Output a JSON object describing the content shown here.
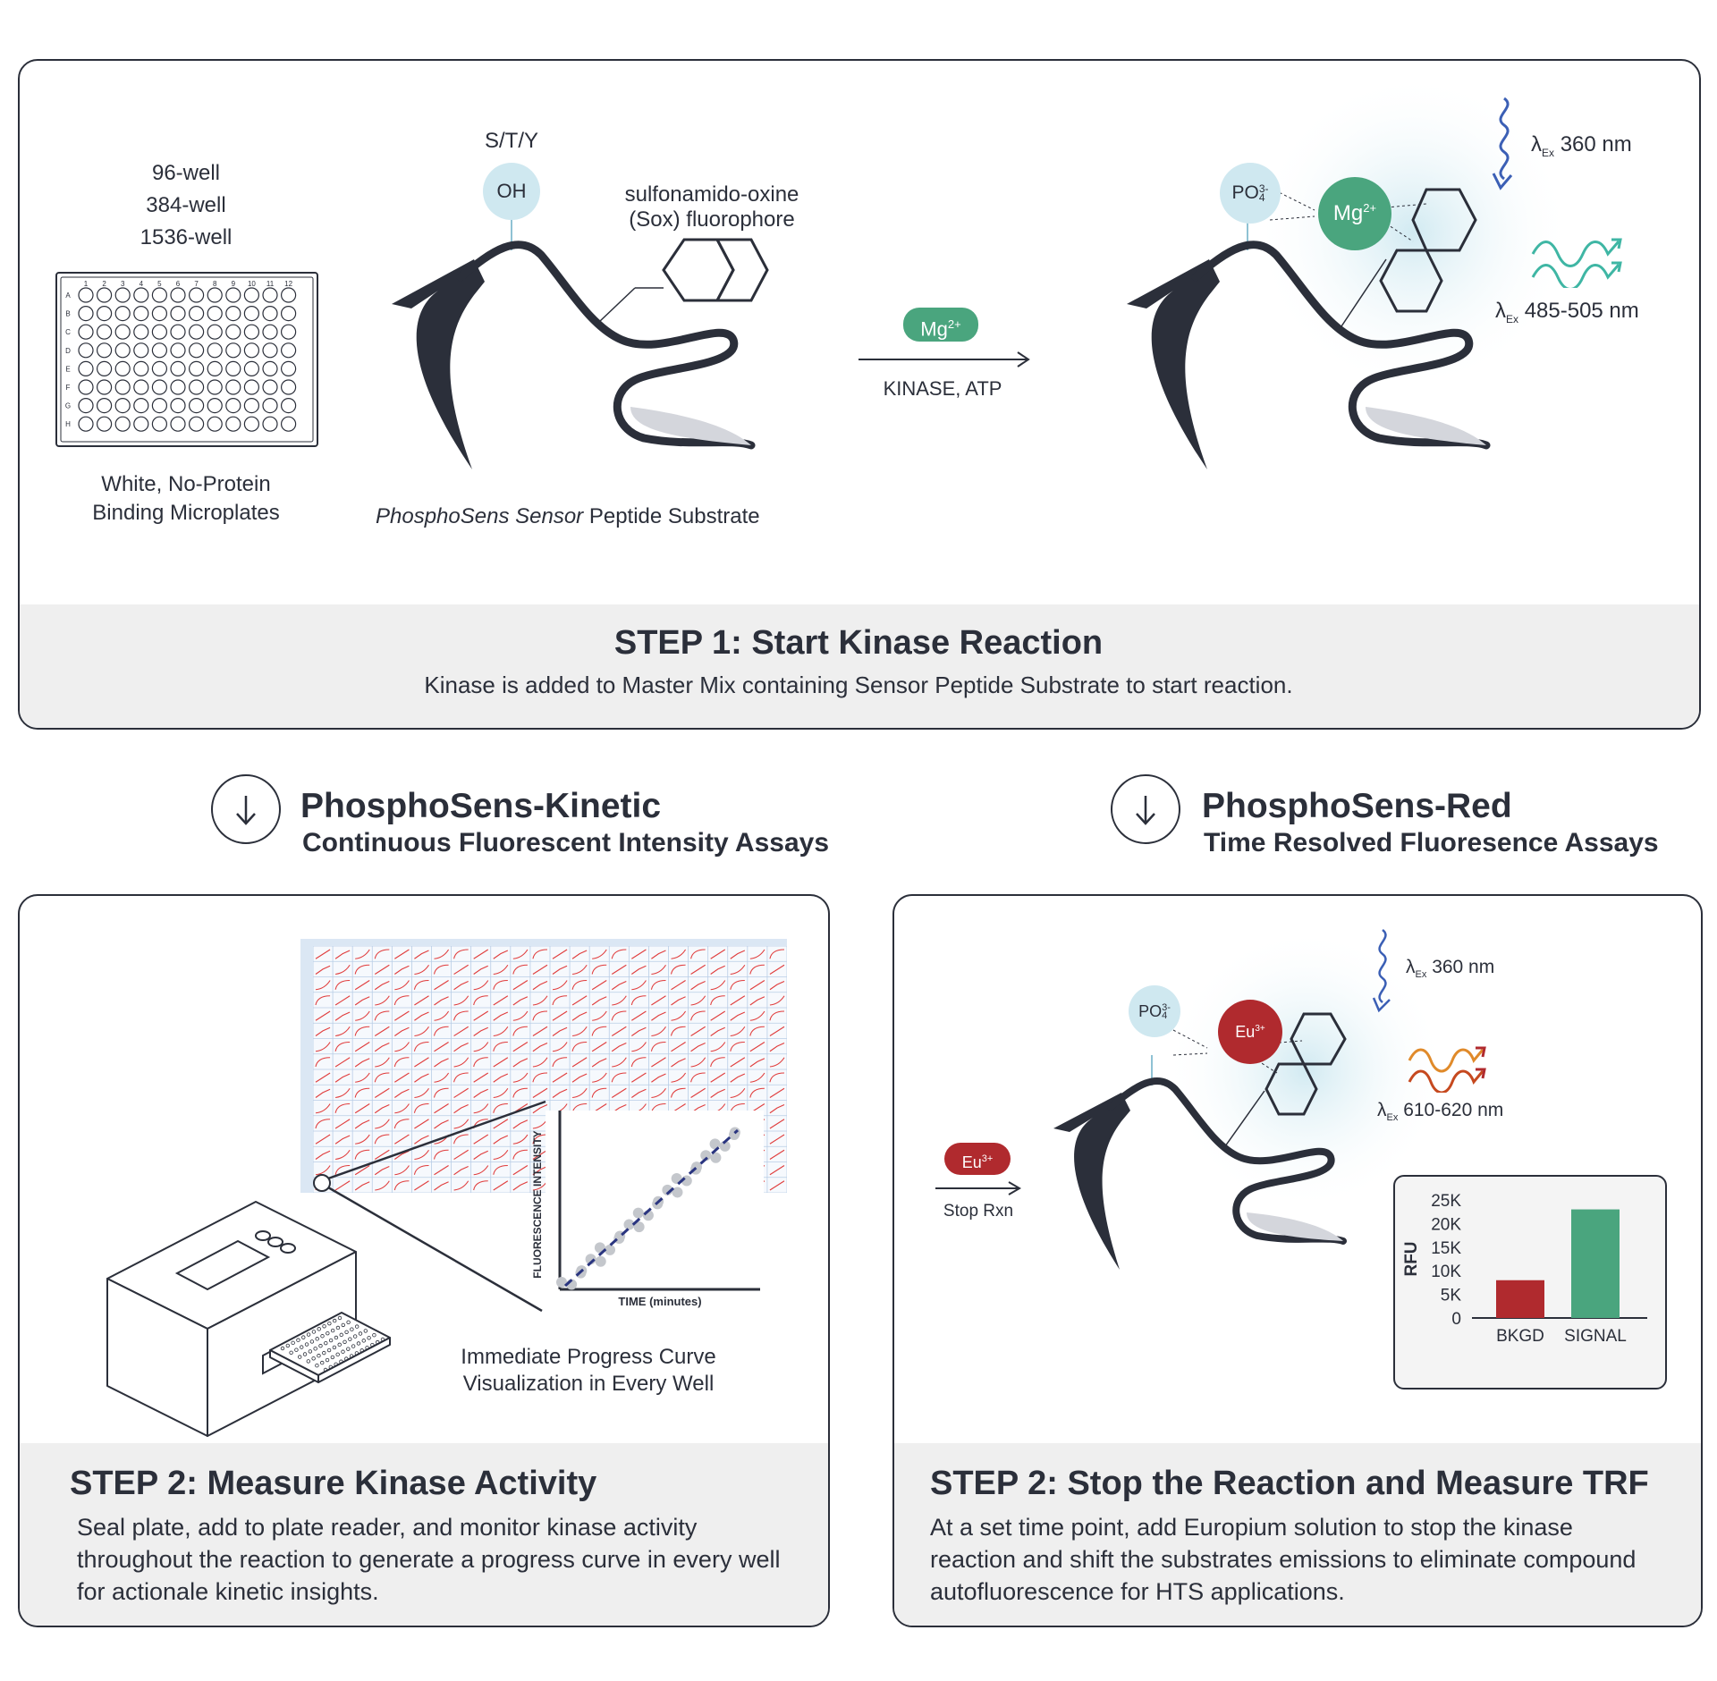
{
  "step1": {
    "title": "STEP 1: Start Kinase Reaction",
    "description": "Kinase is added to Master Mix containing Sensor Peptide Substrate to start reaction.",
    "plate_formats": [
      "96-well",
      "384-well",
      "1536-well"
    ],
    "plate_caption": [
      "White, No-Protein",
      "Binding Microplates"
    ],
    "plate_cols": [
      "1",
      "2",
      "3",
      "4",
      "5",
      "6",
      "7",
      "8",
      "9",
      "10",
      "11",
      "12"
    ],
    "plate_rows": [
      "A",
      "B",
      "C",
      "D",
      "E",
      "F",
      "G",
      "H"
    ],
    "residue_label": "S/T/Y",
    "oh_label": "OH",
    "fluorophore_label": [
      "sulfonamido-oxine",
      "(Sox) fluorophore"
    ],
    "substrate_caption_italic": "PhosphoSens Sensor",
    "substrate_caption_rest": " Peptide Substrate",
    "mg_pill": "Mg",
    "mg_sup": "2+",
    "arrow_label": "KINASE, ATP",
    "po4": "PO",
    "po4_sup": "3-",
    "po4_sub": "4",
    "mg_circle": "Mg",
    "mg_circle_sup": "2+",
    "lambda": "λ",
    "ex_sub": "Ex",
    "ex_wavelength": "360 nm",
    "em_wavelength": "485-505 nm"
  },
  "kinetic_header": {
    "title": "PhosphoSens-Kinetic",
    "subtitle": "Continuous Fluorescent Intensity Assays"
  },
  "red_header": {
    "title": "PhosphoSens-Red",
    "subtitle": "Time Resolved Fluoresence Assays"
  },
  "step2_kinetic": {
    "title": "STEP 2: Measure Kinase Activity",
    "description": "Seal plate, add to plate reader, and monitor kinase activity throughout the reaction to generate a progress curve in every well for actionale kinetic insights.",
    "caption": [
      "Immediate Progress Curve",
      "Visualization in Every Well"
    ],
    "y_axis": "FLUORESCENCE INTENSITY",
    "x_axis": "TIME (minutes)"
  },
  "step2_trf": {
    "title": "STEP 2: Stop the Reaction and Measure TRF",
    "description": "At a set time point, add Europium solution to stop the kinase reaction and shift the substrates emissions to eliminate compound autofluorescence for HTS applications.",
    "eu_pill": "Eu",
    "eu_sup": "3+",
    "stop_label": "Stop Rxn",
    "po4": "PO",
    "po4_sup": "3-",
    "po4_sub": "4",
    "eu_circle": "Eu",
    "eu_circle_sup": "3+",
    "lambda": "λ",
    "ex_sub": "Ex",
    "ex_wavelength": "360 nm",
    "em_wavelength": "610-620 nm"
  },
  "chart_data": {
    "type": "bar",
    "categories": [
      "BKGD",
      "SIGNAL"
    ],
    "values": [
      8000,
      23000
    ],
    "ylabel": "RFU",
    "yticks": [
      0,
      5000,
      10000,
      15000,
      20000,
      25000
    ],
    "ytick_labels": [
      "0",
      "5K",
      "10K",
      "15K",
      "20K",
      "25K"
    ],
    "ylim": [
      0,
      25000
    ],
    "colors": [
      "#b02a2e",
      "#4aa57e"
    ]
  },
  "colors": {
    "dark": "#2b2f3a",
    "mg_green": "#4aa57e",
    "eu_red": "#b02a2e",
    "oh_blue": "#cfe8f0",
    "footer_grey": "#efefef",
    "curve_red": "#e03c3c"
  }
}
